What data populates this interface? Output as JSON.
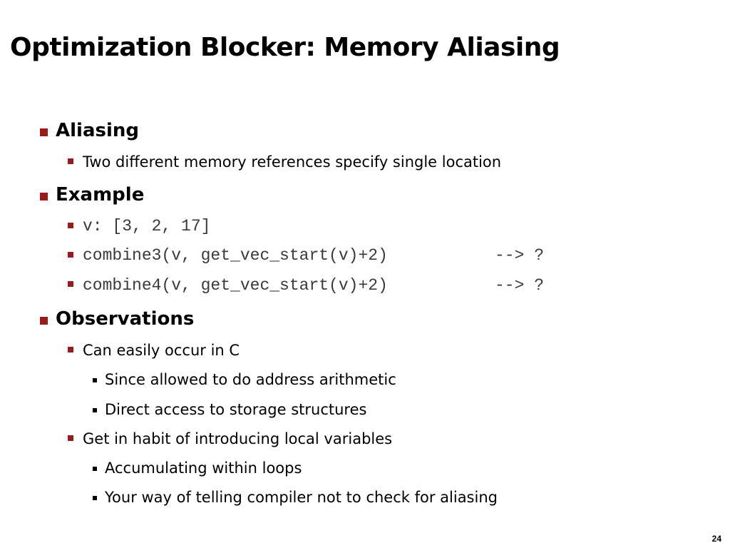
{
  "slide": {
    "title": "Optimization Blocker: Memory Aliasing",
    "page_number": "24",
    "accent_color": "#9b1b1b"
  },
  "sections": {
    "aliasing": {
      "heading": "Aliasing",
      "items": {
        "definition": "Two different memory references specify single location"
      }
    },
    "example": {
      "heading": "Example",
      "items": {
        "vector": "v: [3, 2, 17]",
        "combine3_call": "combine3(v, get_vec_start(v)+2)",
        "combine3_result": "--> ?",
        "combine4_call": "combine4(v, get_vec_start(v)+2)",
        "combine4_result": "--> ?"
      }
    },
    "observations": {
      "heading": "Observations",
      "items": {
        "occur_in_c": "Can easily occur in C",
        "address_arithmetic": "Since allowed to do address arithmetic",
        "direct_access": "Direct access to storage structures",
        "local_variables": "Get in habit of introducing local variables",
        "accumulating": "Accumulating within loops",
        "telling_compiler": "Your way of telling compiler not to check for aliasing"
      }
    }
  }
}
